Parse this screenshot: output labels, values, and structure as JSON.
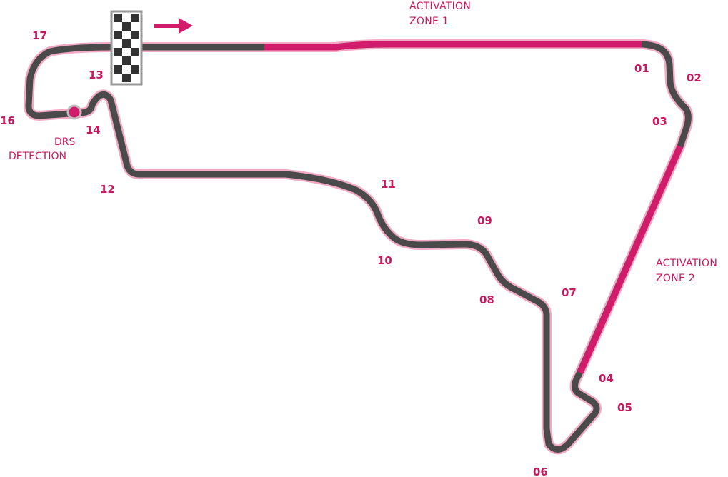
{
  "colors": {
    "track": "#4a4a4a",
    "track_outline": "#f2a9c4",
    "accent": "#d01c6b",
    "flag_border": "#9a9a9a"
  },
  "icons": {
    "start_flag": "checkered-flag-icon",
    "direction": "arrow-right-icon",
    "drs_detection": "dot-icon"
  },
  "corners": [
    "01",
    "02",
    "03",
    "04",
    "05",
    "06",
    "07",
    "08",
    "09",
    "10",
    "11",
    "12",
    "13",
    "14",
    "16",
    "17"
  ],
  "zones": {
    "zone1_line1": "ACTIVATION",
    "zone1_line2": "ZONE 1",
    "zone2_line1": "ACTIVATION",
    "zone2_line2": "ZONE 2"
  },
  "drs": {
    "line1": "DRS",
    "line2": "DETECTION"
  }
}
